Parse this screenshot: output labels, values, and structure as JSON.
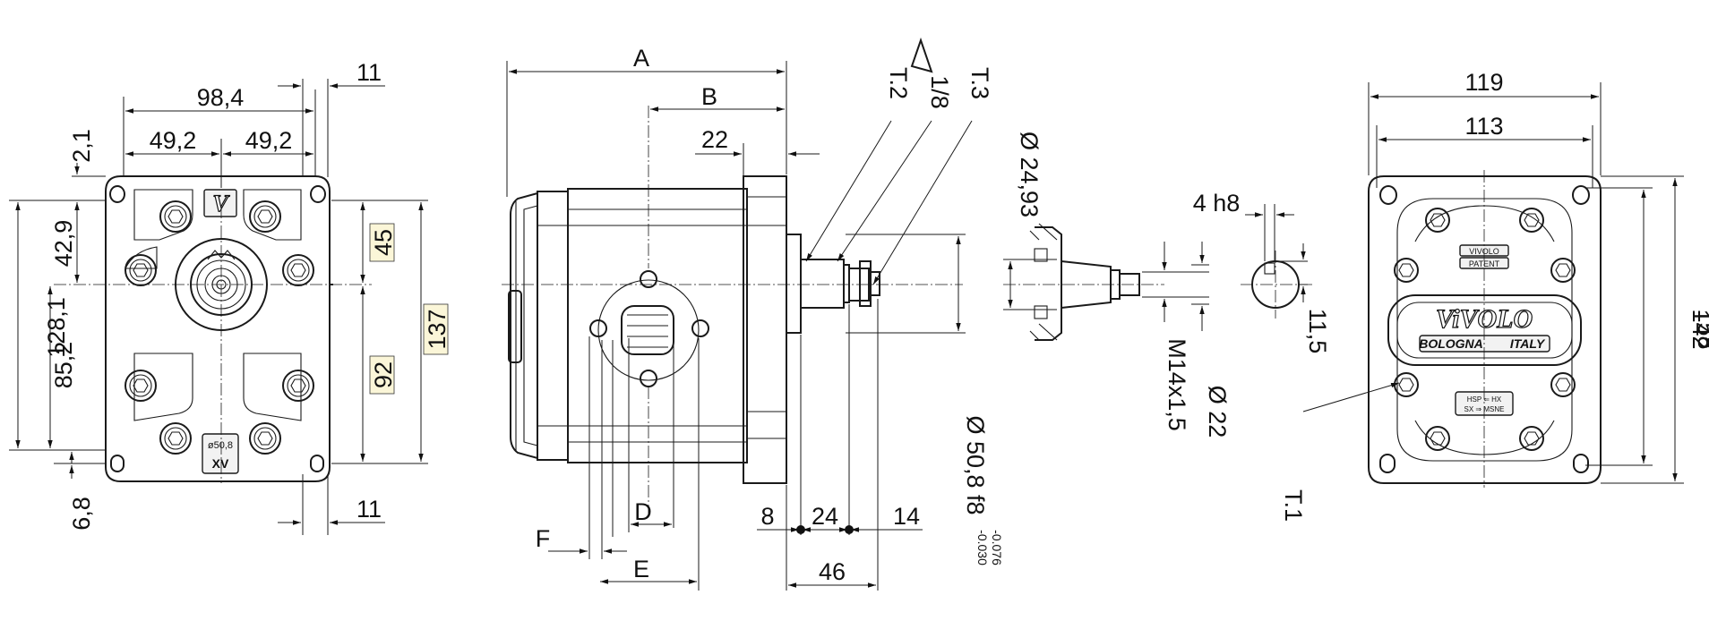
{
  "front_view": {
    "dims": {
      "width_98_4": "98,4",
      "half_left": "49,2",
      "half_right": "49,2",
      "top_11": "11",
      "bottom_11": "11",
      "off_2_1": "2,1",
      "off_42_9": "42,9",
      "off_128_1": "128,1",
      "off_85_2": "85,2",
      "off_6_8": "6,8",
      "h45": "45",
      "h92": "92",
      "h137": "137"
    },
    "badge_top": "V",
    "badge_bottom_dia": "ø50,8",
    "badge_bottom_code": "XV"
  },
  "side_view": {
    "dims": {
      "A": "A",
      "B": "B",
      "d22": "22",
      "T2": "T.2",
      "taper": "1/8",
      "T3": "T.3",
      "D": "D",
      "E": "E",
      "F": "F",
      "d8": "8",
      "d24": "24",
      "d14": "14",
      "d46": "46",
      "pilot": "Ø 50,8 f8",
      "tol_upper": "-0.030",
      "tol_lower": "-0.076"
    }
  },
  "shaft_detail": {
    "dia_taper": "Ø 24,93",
    "thread": "M14x1,5",
    "dia_22": "Ø 22",
    "key": "4 h8",
    "key_height": "11,5"
  },
  "rear_view": {
    "dims": {
      "w119": "119",
      "w113": "113",
      "h142": "142",
      "h158": "158",
      "T1": "T.1"
    },
    "brand": "ViVOLO",
    "brand_small": "VIVOLO",
    "patent": "PATENT",
    "city": "BOLOGNA",
    "country": "ITALY",
    "rot1": "HSP ⇐ HX",
    "rot2": "SX ⇒ MSNE"
  }
}
